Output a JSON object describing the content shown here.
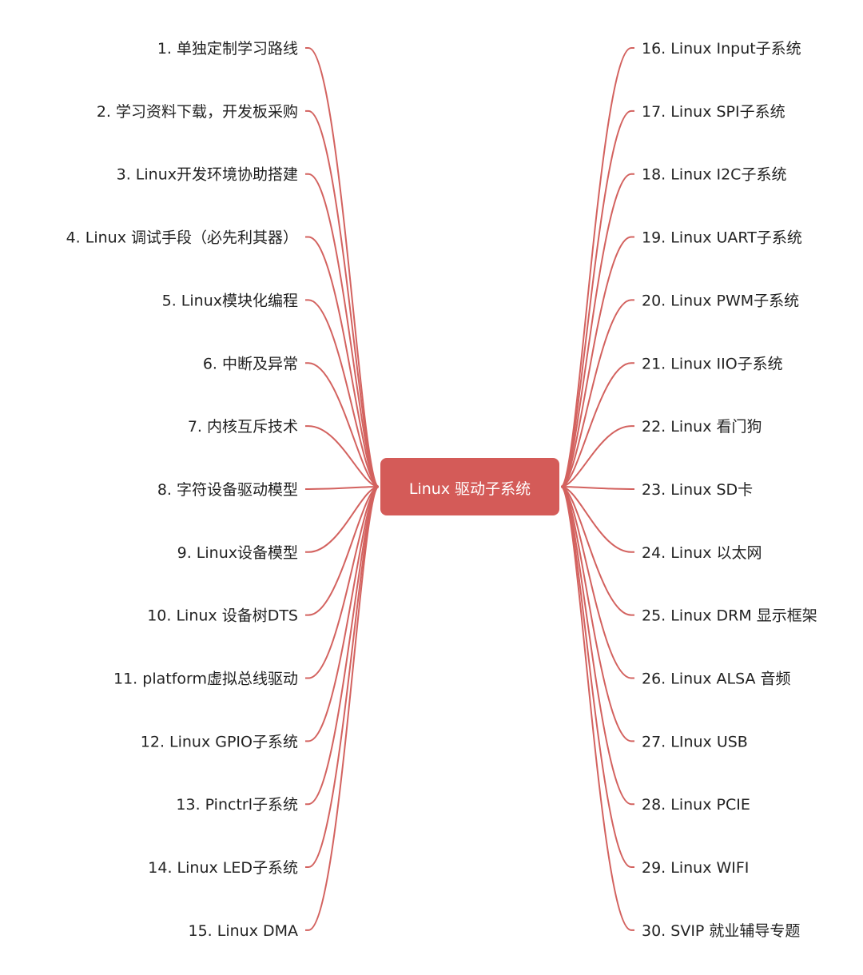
{
  "colors": {
    "branch": "#d3625f",
    "root_fill": "#d45b58",
    "root_text": "#ffffff",
    "label_text": "#222222"
  },
  "root": {
    "label": "Linux 驱动子系统"
  },
  "left_branches": [
    "1. 单独定制学习路线",
    "2. 学习资料下载，开发板采购",
    "3. Linux开发环境协助搭建",
    "4. Linux 调试手段（必先利其器）",
    "5. Linux模块化编程",
    "6. 中断及异常",
    "7. 内核互斥技术",
    "8. 字符设备驱动模型",
    "9. Linux设备模型",
    "10. Linux 设备树DTS",
    "11. platform虚拟总线驱动",
    "12. Linux GPIO子系统",
    "13. Pinctrl子系统",
    "14. Linux LED子系统",
    "15. Linux DMA"
  ],
  "right_branches": [
    "16. Linux Input子系统",
    "17. Linux SPI子系统",
    "18. Linux I2C子系统",
    "19. Linux UART子系统",
    "20. Linux PWM子系统",
    "21. Linux IIO子系统",
    "22. Linux 看门狗",
    "23. Linux SD卡",
    "24. Linux 以太网",
    "25. Linux DRM 显示框架",
    "26. Linux ALSA 音频",
    "27. LInux USB",
    "28. Linux PCIE",
    "29. Linux WIFI",
    "30. SVIP 就业辅导专题"
  ]
}
